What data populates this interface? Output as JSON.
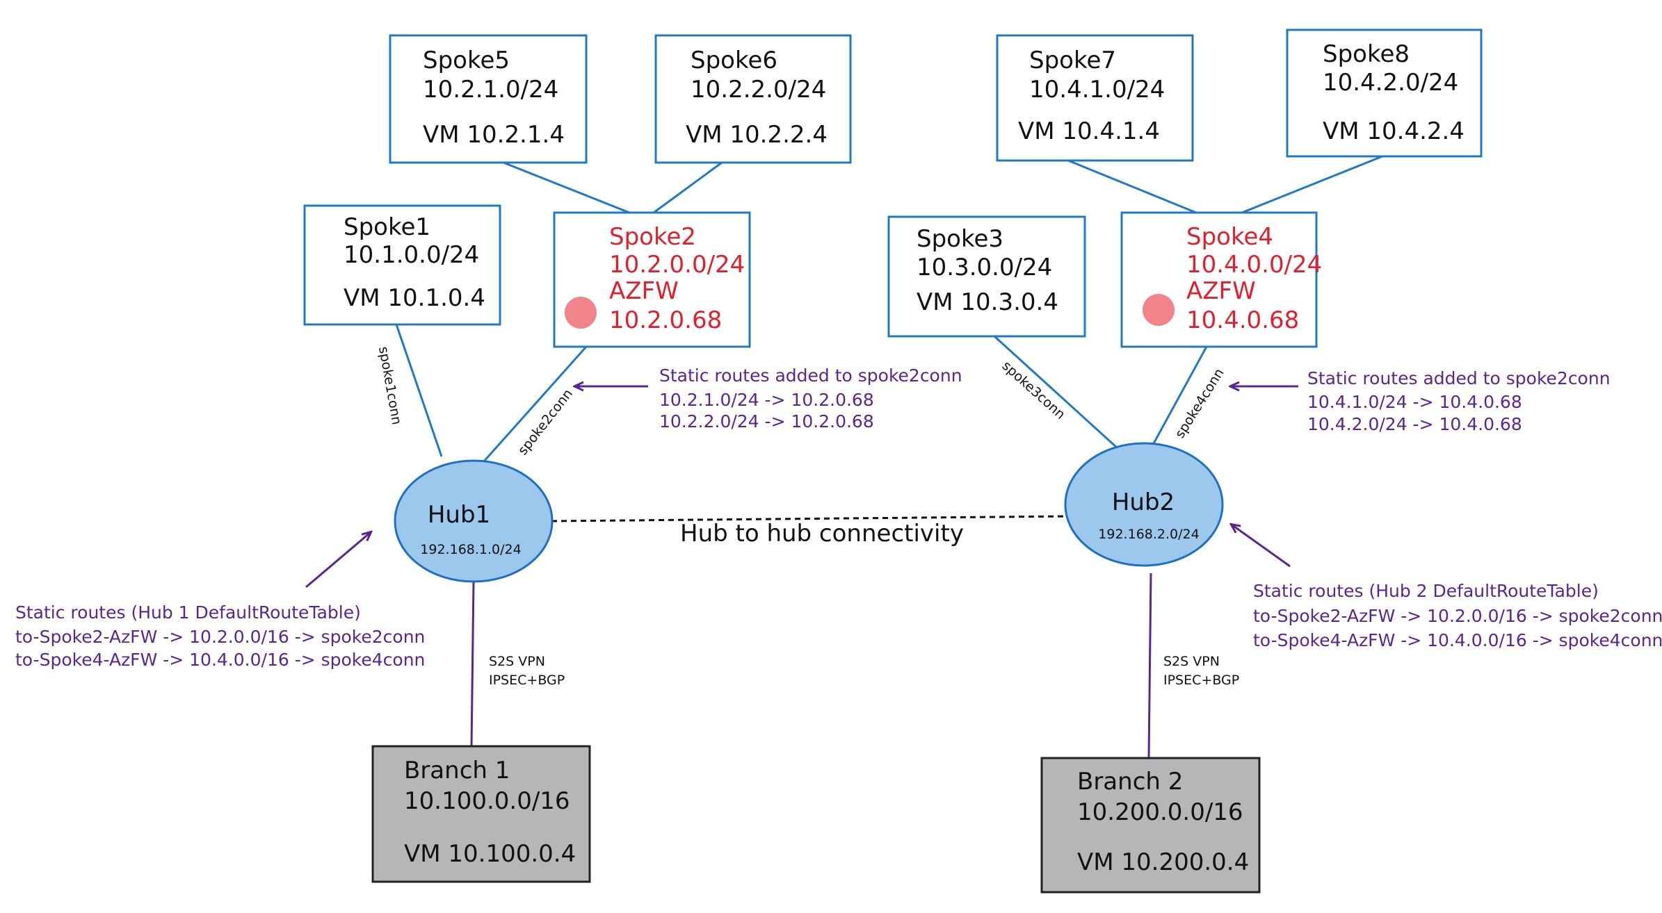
{
  "colors": {
    "box_border": "#1f78c8",
    "hub_fill": "#9cc8ee",
    "branch_fill": "#b6b6b6",
    "annotation": "#5b2590",
    "firewall_text": "#e0202c",
    "firewall_marker": "#f0848a"
  },
  "spoke5": {
    "name": "Spoke5",
    "prefix": "10.2.1.0/24",
    "vm": "VM 10.2.1.4"
  },
  "spoke6": {
    "name": "Spoke6",
    "prefix": "10.2.2.0/24",
    "vm": "VM 10.2.2.4"
  },
  "spoke7": {
    "name": "Spoke7",
    "prefix": "10.4.1.0/24",
    "vm": "VM 10.4.1.4"
  },
  "spoke8": {
    "name": "Spoke8",
    "prefix": "10.4.2.0/24",
    "vm": "VM 10.4.2.4"
  },
  "spoke1": {
    "name": "Spoke1",
    "prefix": "10.1.0.0/24",
    "vm": "VM 10.1.0.4"
  },
  "spoke2": {
    "name": "Spoke2",
    "prefix": "10.2.0.0/24",
    "fw_label": "AZFW",
    "fw_ip": "10.2.0.68"
  },
  "spoke3": {
    "name": "Spoke3",
    "prefix": "10.3.0.0/24",
    "vm": "VM 10.3.0.4"
  },
  "spoke4": {
    "name": "Spoke4",
    "prefix": "10.4.0.0/24",
    "fw_label": "AZFW",
    "fw_ip": "10.4.0.68"
  },
  "connections": {
    "spoke1": "spoke1conn",
    "spoke2": "spoke2conn",
    "spoke3": "spoke3conn",
    "spoke4": "spoke4conn"
  },
  "hub1": {
    "name": "Hub1",
    "prefix": "192.168.1.0/24"
  },
  "hub2": {
    "name": "Hub2",
    "prefix": "192.168.2.0/24"
  },
  "hub_link_label": "Hub to hub connectivity",
  "vpn_label": {
    "line1": "S2S VPN",
    "line2": "IPSEC+BGP"
  },
  "branch1": {
    "name": "Branch 1",
    "prefix": "10.100.0.0/16",
    "vm": "VM 10.100.0.4"
  },
  "branch2": {
    "name": "Branch 2",
    "prefix": "10.200.0.0/16",
    "vm": "VM 10.200.0.4"
  },
  "spoke2_routes": {
    "title": "Static routes added to spoke2conn",
    "lines": [
      "10.2.1.0/24 -> 10.2.0.68",
      "10.2.2.0/24 -> 10.2.0.68"
    ]
  },
  "spoke4_routes": {
    "title": "Static routes added to spoke2conn",
    "lines": [
      "10.4.1.0/24 -> 10.4.0.68",
      "10.4.2.0/24 -> 10.4.0.68"
    ]
  },
  "hub1_routes": {
    "title": "Static routes (Hub 1 DefaultRouteTable)",
    "lines": [
      "to-Spoke2-AzFW -> 10.2.0.0/16 -> spoke2conn",
      "to-Spoke4-AzFW -> 10.4.0.0/16 -> spoke4conn"
    ]
  },
  "hub2_routes": {
    "title": "Static routes (Hub 2 DefaultRouteTable)",
    "lines": [
      "to-Spoke2-AzFW -> 10.2.0.0/16 -> spoke2conn",
      "to-Spoke4-AzFW -> 10.4.0.0/16 -> spoke4conn"
    ]
  }
}
